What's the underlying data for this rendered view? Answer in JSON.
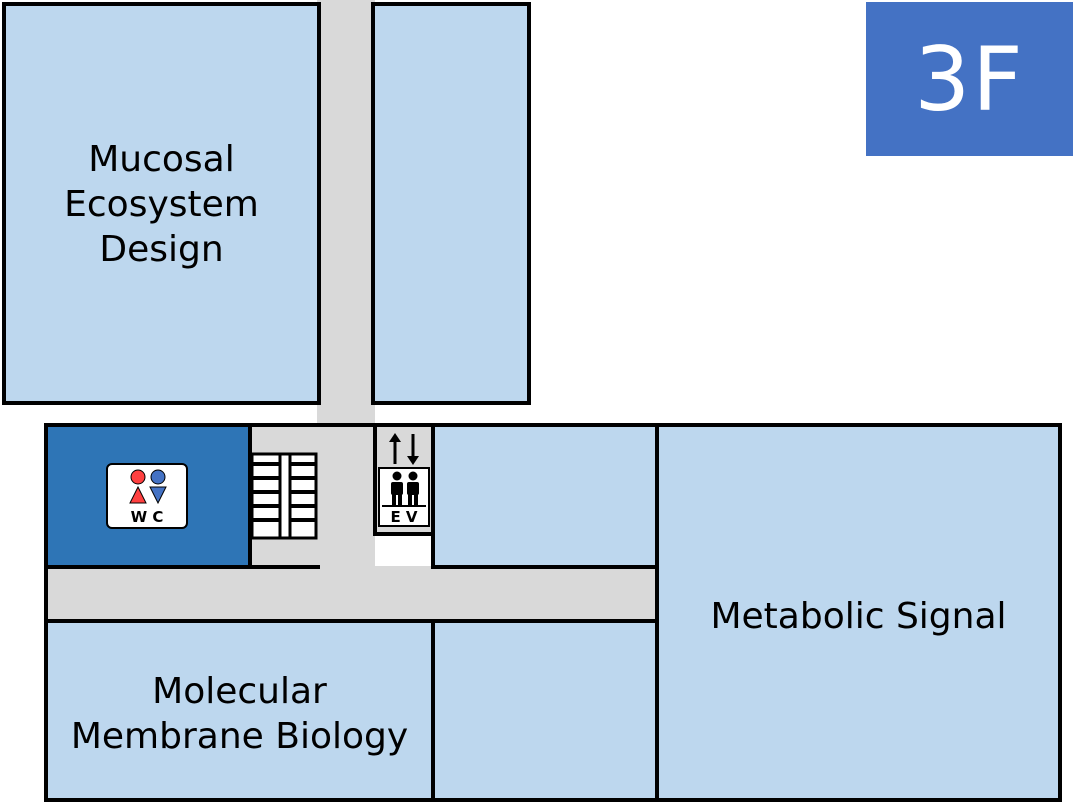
{
  "floor": {
    "label": "3F",
    "badge_color": "#4472c4"
  },
  "colors": {
    "room": "#bdd7ee",
    "corridor": "#d9d9d9",
    "restroom": "#2e75b6",
    "wall": "#000000"
  },
  "rooms": {
    "mucosal": {
      "name": "Mucosal\nEcosystem\nDesign"
    },
    "metabolic": {
      "name": "Metabolic Signal"
    },
    "molecular": {
      "name": "Molecular\nMembrane Biology"
    }
  },
  "restroom": {
    "label": "W C",
    "icon": "restroom-sign-icon"
  },
  "elevator": {
    "label": "E V",
    "icon": "elevator-sign-icon"
  },
  "stairs": {
    "icon": "stairs-icon"
  }
}
